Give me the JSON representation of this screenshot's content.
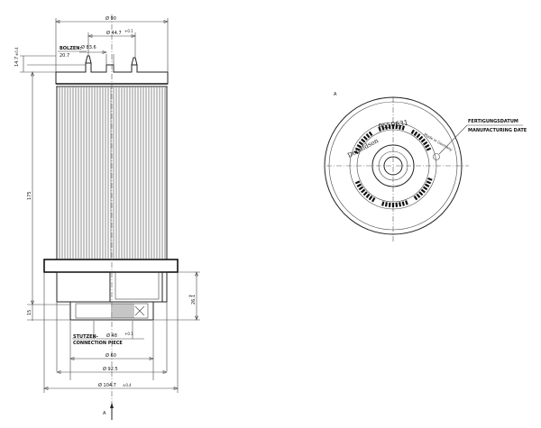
{
  "side_view": {
    "dim_top_width": "Ø 90",
    "dim_inner_bore": "Ø 44.7",
    "dim_inner_bore_tol": "+0.1",
    "bolt_label": "BOLZEN:",
    "bolt_value": "20.7",
    "dim_bolt_circle": "Ø 83.6",
    "dim_top_height": "14.7",
    "dim_top_height_tol": "±0.4",
    "dim_total_height": "175",
    "dim_bottom_offset": "15",
    "dim_right_height": "26.1",
    "connection_label_de": "STUTZEN-",
    "connection_label_en": "CONNECTION PIECE",
    "dim_connection": "Ø 48",
    "dim_connection_tol": "+0.1",
    "dim_d60": "Ø 60",
    "dim_d92": "Ø 92.5",
    "dim_overall": "Ø 104.7",
    "dim_overall_tol": "±0.4",
    "view_marker": "A"
  },
  "top_view": {
    "view_marker": "A",
    "brand": "Donaldson",
    "part_number": "P550631",
    "origin": "Made in Germany",
    "date_label_de": "FERTIGUNGSDATUM",
    "date_label_en": "MANUFACTURING DATE"
  }
}
